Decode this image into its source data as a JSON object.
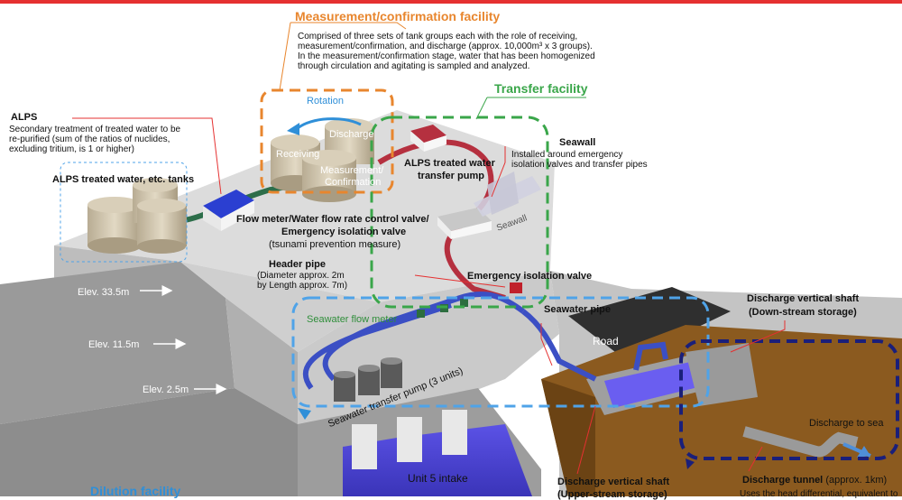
{
  "measurement": {
    "title": "Measurement/confirmation facility",
    "desc": [
      "Comprised of three sets of tank groups each with the role of receiving,",
      "measurement/confirmation, and discharge (approx. 10,000m³ x 3 groups).",
      "In the measurement/confirmation stage, water that has been homogenized",
      "through circulation and agitating is sampled and analyzed."
    ],
    "rotation": "Rotation",
    "receiving": "Receiving",
    "discharge": "Discharge",
    "meas_confirm": [
      "Measurement/",
      "Confirmation"
    ]
  },
  "transfer": {
    "title": "Transfer facility"
  },
  "alps": {
    "title": "ALPS",
    "desc": [
      "Secondary treatment of treated water to be",
      "re-purified (sum of the ratios of nuclides,",
      "excluding tritium, is 1 or higher)"
    ],
    "tanks_label": "ALPS treated water, etc. tanks"
  },
  "pump_label": [
    "ALPS treated water",
    "transfer pump"
  ],
  "seawall": {
    "title": "Seawall",
    "desc": [
      "Installed around emergency",
      "isolation valves and transfer pipes"
    ],
    "on_wall": "Seawall"
  },
  "flowmeter": {
    "title": [
      "Flow meter/Water flow rate control valve/",
      "Emergency isolation valve"
    ],
    "note": "(tsunami prevention measure)"
  },
  "header_pipe": {
    "title": "Header pipe",
    "desc": [
      "(Diameter approx. 2m",
      "by Length approx. 7m)"
    ]
  },
  "emergency_valve": "Emergency isolation valve",
  "elevations": [
    "Elev. 33.5m",
    "Elev. 11.5m",
    "Elev. 2.5m"
  ],
  "seawater_flow_meter": "Seawater flow meter",
  "seawater_pipe": "Seawater pipe",
  "road": "Road",
  "shaft_down": [
    "Discharge vertical shaft",
    "(Down-stream storage)"
  ],
  "pump_units": "Seawater transfer pump (3 units)",
  "discharge_to_sea": "Discharge to sea",
  "unit5": "Unit 5 intake",
  "dilution": "Dilution facility",
  "shaft_up": [
    "Discharge vertical shaft",
    "(Upper-stream storage)"
  ],
  "tunnel": {
    "title": "Discharge tunnel",
    "length": "(approx. 1km)",
    "desc": "Uses the head differential, equivalent to"
  },
  "colors": {
    "measurement": "#e8862e",
    "transfer": "#3aa64a",
    "dilution": "#2f8fd8",
    "discharge": "#1a1f7a",
    "pipe": "#b5303f",
    "redline": "#e53030"
  }
}
